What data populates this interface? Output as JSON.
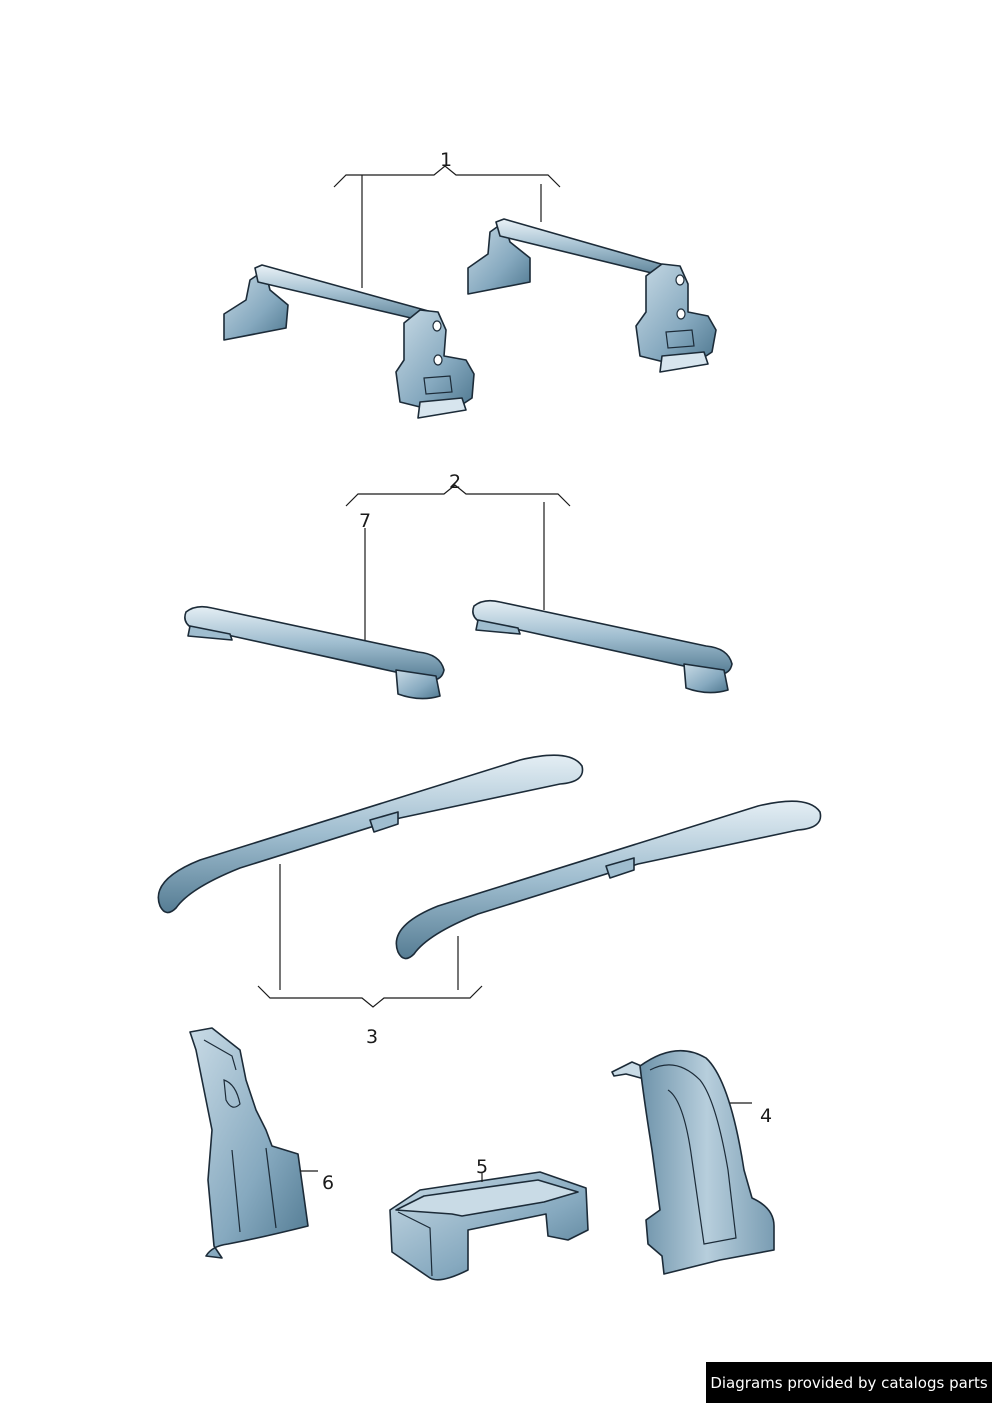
{
  "callouts": {
    "c1": "1",
    "c2": "2",
    "c3": "3",
    "c4": "4",
    "c5": "5",
    "c6": "6",
    "c7": "7"
  },
  "credit": "Diagrams provided by catalogs parts",
  "colors": {
    "part_light": "#c9dbe6",
    "part_mid": "#8fb0c5",
    "part_dark": "#4f7890",
    "outline": "#1c2b38"
  }
}
